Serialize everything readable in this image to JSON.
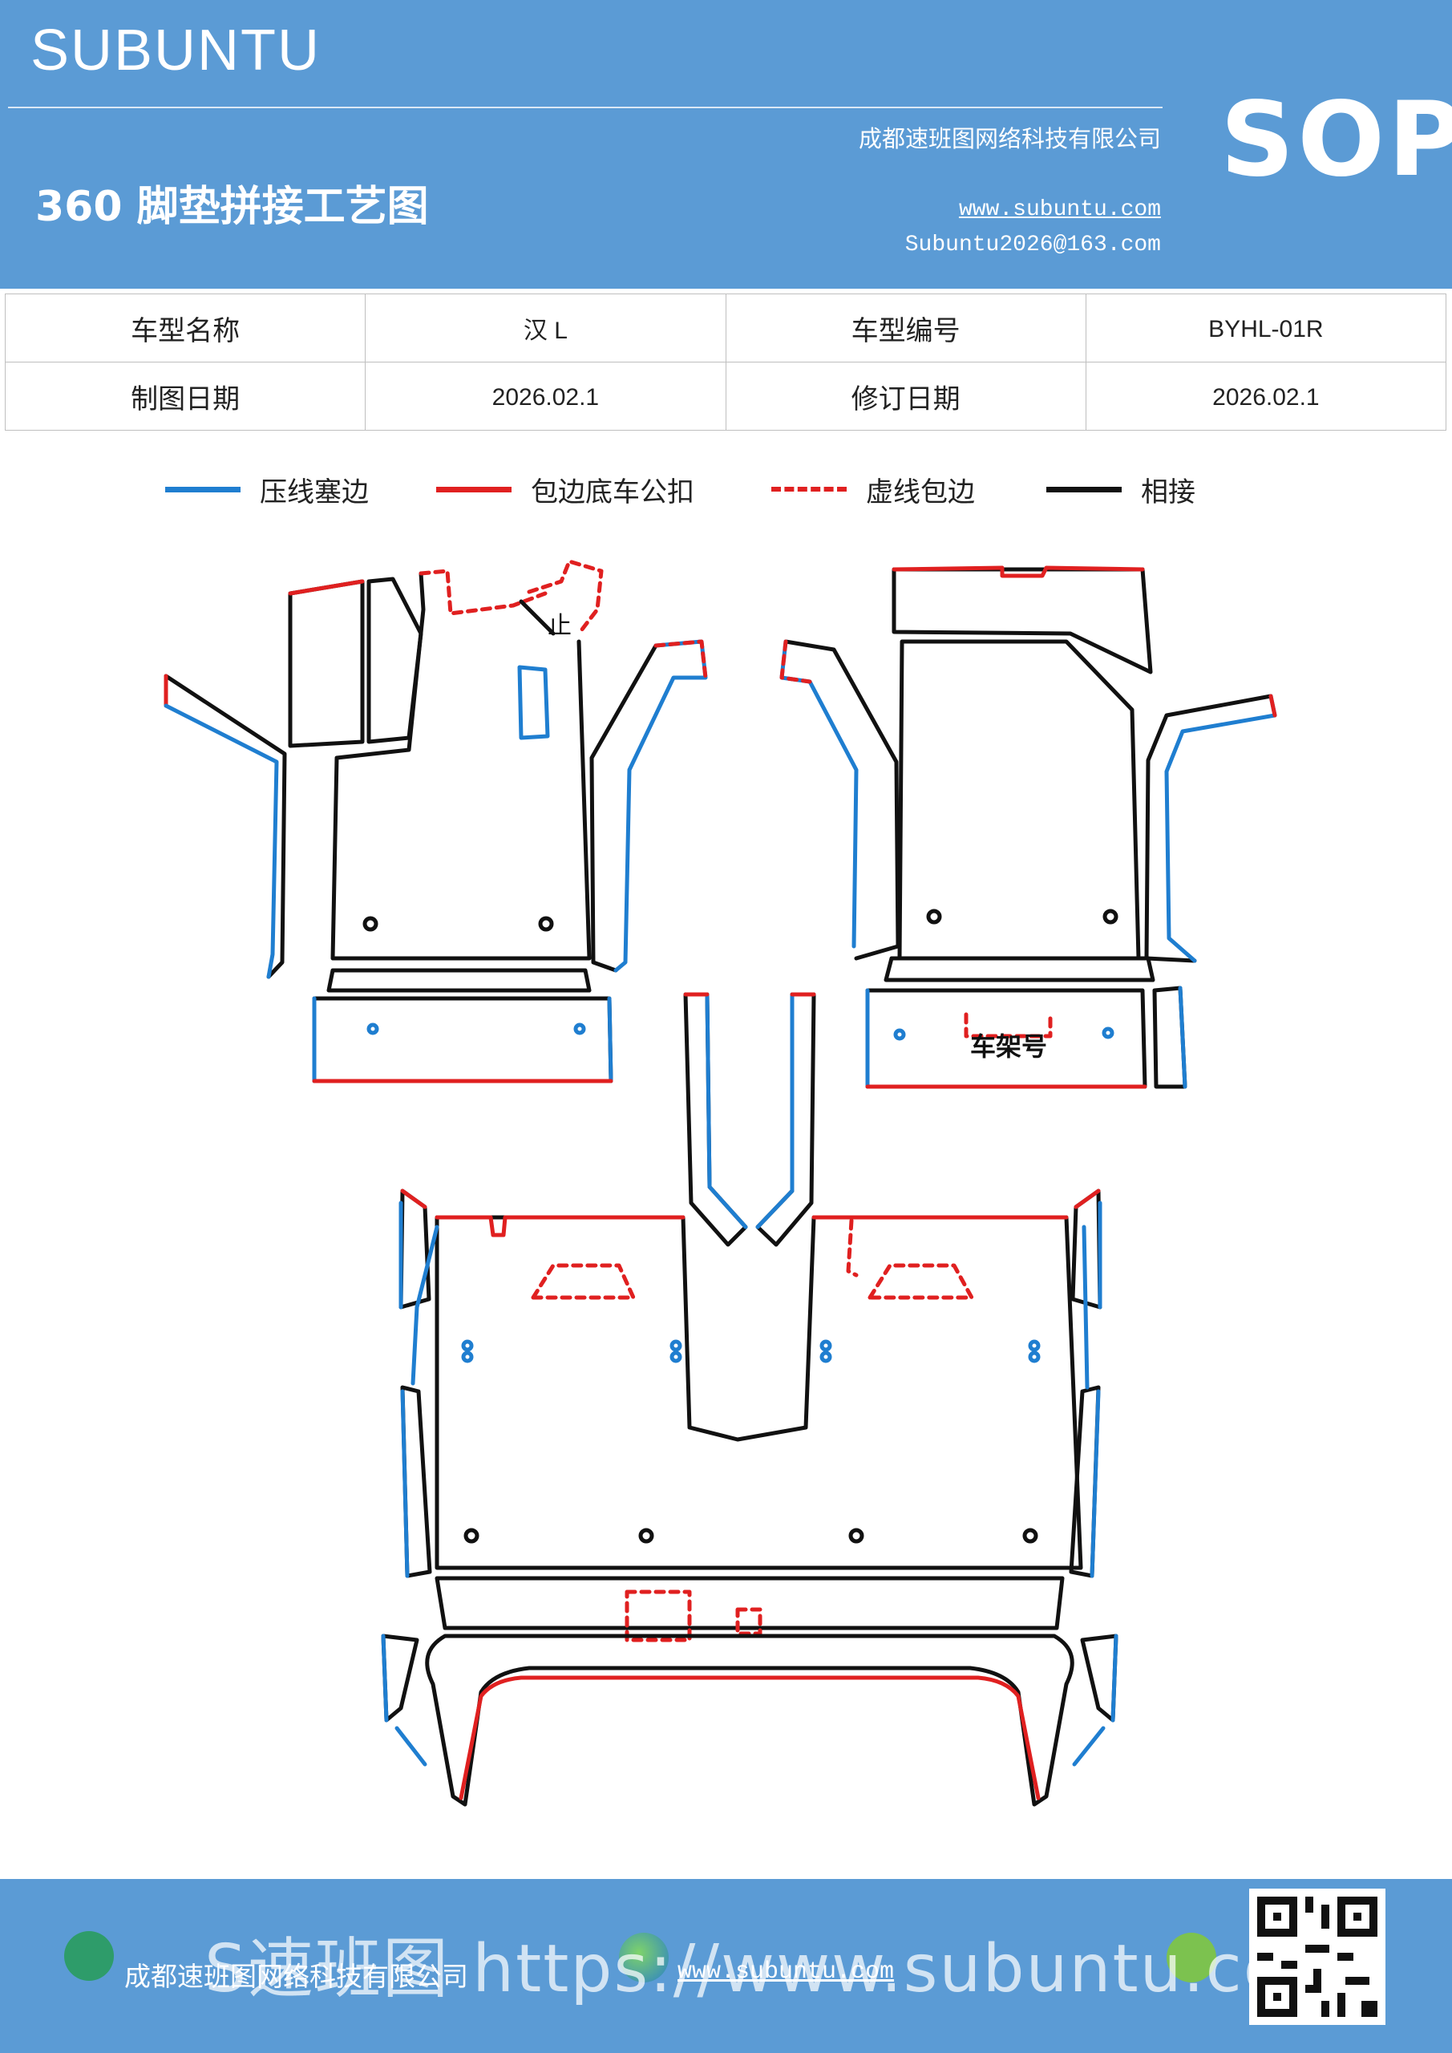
{
  "header": {
    "brand": "SUBUNTU",
    "title": "360 脚垫拼接工艺图",
    "company": "成都速班图网络科技有限公司",
    "website": "www.subuntu.com",
    "email": "Subuntu2026@163.com",
    "badge": "SOP"
  },
  "info_table": {
    "rows": [
      [
        "车型名称",
        "汉 L",
        "车型编号",
        "BYHL-01R"
      ],
      [
        "制图日期",
        "2026.02.1",
        "修订日期",
        "2026.02.1"
      ]
    ]
  },
  "legend": [
    {
      "label": "压线塞边",
      "color": "#1f7ed0",
      "style": "solid"
    },
    {
      "label": "包边底车公扣",
      "color": "#e02020",
      "style": "solid"
    },
    {
      "label": "虚线包边",
      "color": "#e02020",
      "style": "dashed"
    },
    {
      "label": "相接",
      "color": "#111111",
      "style": "solid"
    }
  ],
  "diagram": {
    "vin_label": "车架号",
    "stop_mark": "止"
  },
  "footer": {
    "company": "成都速班图网络科技有限公司",
    "website": "www.subuntu.com",
    "watermark": "S速班图 https://www.subuntu.com"
  }
}
